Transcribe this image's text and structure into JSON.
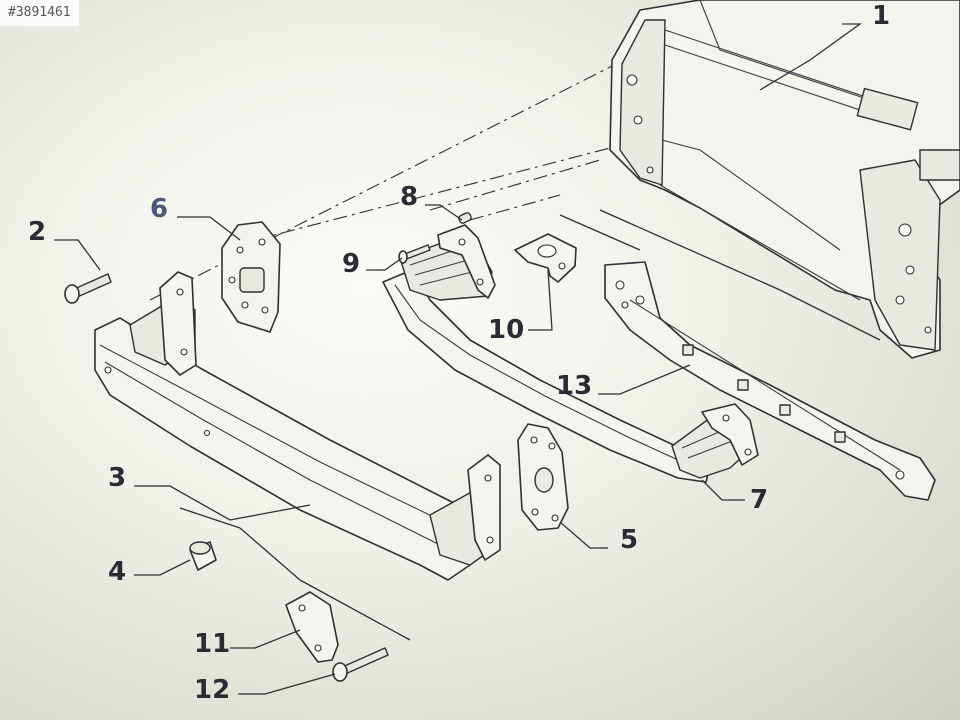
{
  "watermark": "#3891461",
  "callouts": [
    {
      "id": "1",
      "text": "1"
    },
    {
      "id": "2",
      "text": "2"
    },
    {
      "id": "3",
      "text": "3"
    },
    {
      "id": "4",
      "text": "4"
    },
    {
      "id": "5",
      "text": "5"
    },
    {
      "id": "6",
      "text": "6"
    },
    {
      "id": "7",
      "text": "7"
    },
    {
      "id": "8",
      "text": "8"
    },
    {
      "id": "9",
      "text": "9"
    },
    {
      "id": "10",
      "text": "10"
    },
    {
      "id": "11",
      "text": "11"
    },
    {
      "id": "12",
      "text": "12"
    },
    {
      "id": "13",
      "text": "13"
    }
  ]
}
